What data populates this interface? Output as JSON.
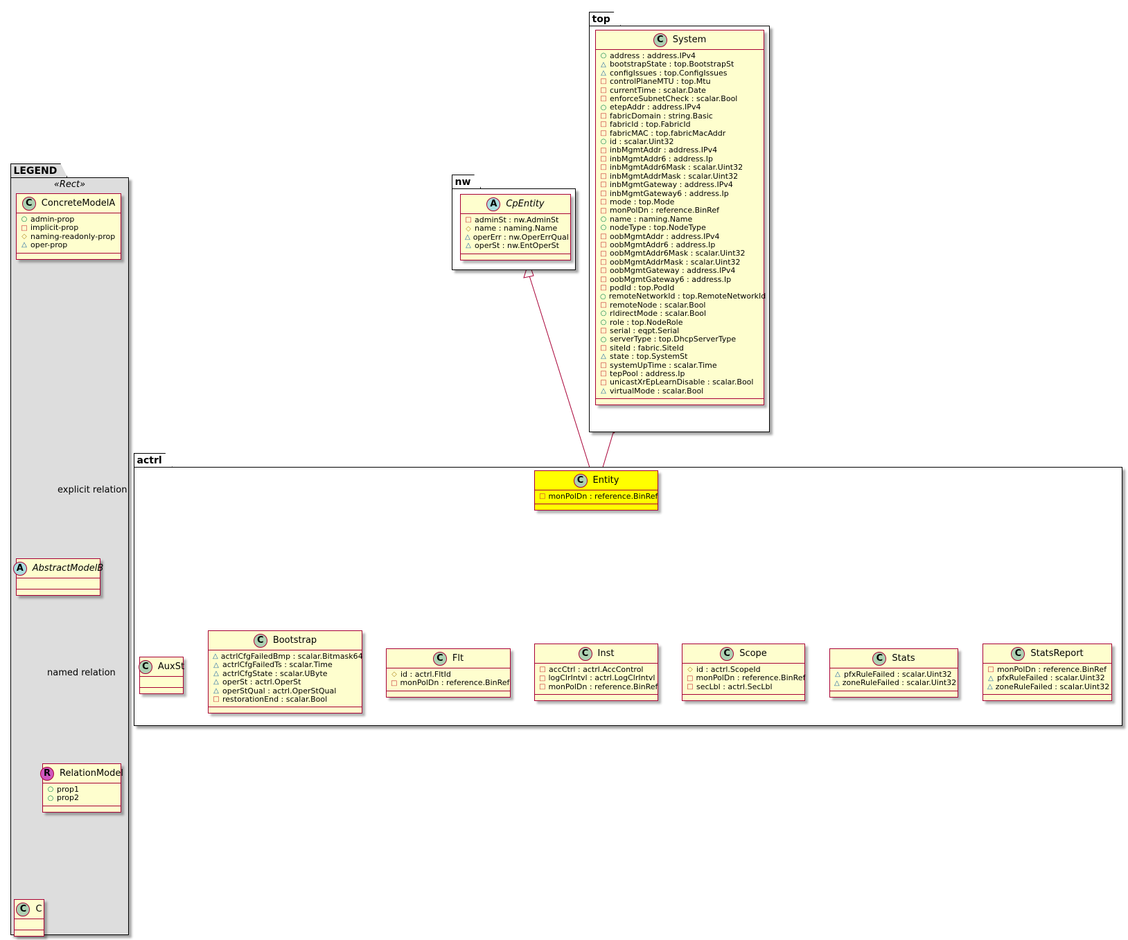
{
  "packages": {
    "top": "top",
    "nw": "nw",
    "legend": "LEGEND",
    "legend_stereotype": "«Rect»",
    "actrl": "actrl"
  },
  "colors": {
    "class_fill": "#fefece",
    "class_border": "#a80036",
    "highlight_fill": "#ffff00",
    "legend_fill": "#dddddd",
    "edge": "#a80036"
  },
  "classes": {
    "system": {
      "name": "System",
      "kind": "C",
      "attrs": [
        {
          "vis": "+",
          "text": "address : address.IPv4"
        },
        {
          "vis": "~",
          "text": "bootstrapState : top.BootstrapSt"
        },
        {
          "vis": "~",
          "text": "configIssues : top.ConfigIssues"
        },
        {
          "vis": "-",
          "text": "controlPlaneMTU : top.Mtu"
        },
        {
          "vis": "-",
          "text": "currentTime : scalar.Date"
        },
        {
          "vis": "-",
          "text": "enforceSubnetCheck : scalar.Bool"
        },
        {
          "vis": "+",
          "text": "etepAddr : address.IPv4"
        },
        {
          "vis": "-",
          "text": "fabricDomain : string.Basic"
        },
        {
          "vis": "-",
          "text": "fabricId : top.FabricId"
        },
        {
          "vis": "-",
          "text": "fabricMAC : top.fabricMacAddr"
        },
        {
          "vis": "+",
          "text": "id : scalar.Uint32"
        },
        {
          "vis": "-",
          "text": "inbMgmtAddr : address.IPv4"
        },
        {
          "vis": "-",
          "text": "inbMgmtAddr6 : address.Ip"
        },
        {
          "vis": "-",
          "text": "inbMgmtAddr6Mask : scalar.Uint32"
        },
        {
          "vis": "-",
          "text": "inbMgmtAddrMask : scalar.Uint32"
        },
        {
          "vis": "-",
          "text": "inbMgmtGateway : address.IPv4"
        },
        {
          "vis": "-",
          "text": "inbMgmtGateway6 : address.Ip"
        },
        {
          "vis": "-",
          "text": "mode : top.Mode"
        },
        {
          "vis": "-",
          "text": "monPolDn : reference.BinRef"
        },
        {
          "vis": "+",
          "text": "name : naming.Name"
        },
        {
          "vis": "+",
          "text": "nodeType : top.NodeType"
        },
        {
          "vis": "-",
          "text": "oobMgmtAddr : address.IPv4"
        },
        {
          "vis": "-",
          "text": "oobMgmtAddr6 : address.Ip"
        },
        {
          "vis": "-",
          "text": "oobMgmtAddr6Mask : scalar.Uint32"
        },
        {
          "vis": "-",
          "text": "oobMgmtAddrMask : scalar.Uint32"
        },
        {
          "vis": "-",
          "text": "oobMgmtGateway : address.IPv4"
        },
        {
          "vis": "-",
          "text": "oobMgmtGateway6 : address.Ip"
        },
        {
          "vis": "-",
          "text": "podId : top.PodId"
        },
        {
          "vis": "+",
          "text": "remoteNetworkId : top.RemoteNetworkId"
        },
        {
          "vis": "-",
          "text": "remoteNode : scalar.Bool"
        },
        {
          "vis": "+",
          "text": "rldirectMode : scalar.Bool"
        },
        {
          "vis": "+",
          "text": "role : top.NodeRole"
        },
        {
          "vis": "-",
          "text": "serial : eqpt.Serial"
        },
        {
          "vis": "+",
          "text": "serverType : top.DhcpServerType"
        },
        {
          "vis": "-",
          "text": "siteId : fabric.SiteId"
        },
        {
          "vis": "~",
          "text": "state : top.SystemSt"
        },
        {
          "vis": "-",
          "text": "systemUpTime : scalar.Time"
        },
        {
          "vis": "-",
          "text": "tepPool : address.Ip"
        },
        {
          "vis": "-",
          "text": "unicastXrEpLearnDisable : scalar.Bool"
        },
        {
          "vis": "~",
          "text": "virtualMode : scalar.Bool"
        }
      ]
    },
    "cpentity": {
      "name": "CpEntity",
      "kind": "A",
      "attrs": [
        {
          "vis": "-",
          "text": "adminSt : nw.AdminSt"
        },
        {
          "vis": "#",
          "text": "name : naming.Name"
        },
        {
          "vis": "~",
          "text": "operErr : nw.OperErrQual"
        },
        {
          "vis": "~",
          "text": "operSt : nw.EntOperSt"
        }
      ]
    },
    "concretemodela": {
      "name": "ConcreteModelA",
      "kind": "C",
      "attrs": [
        {
          "vis": "+",
          "text": "admin-prop"
        },
        {
          "vis": "-",
          "text": "implicit-prop"
        },
        {
          "vis": "#",
          "text": "naming-readonly-prop"
        },
        {
          "vis": "~",
          "text": "oper-prop"
        }
      ]
    },
    "abstractmodelb": {
      "name": "AbstractModelB",
      "kind": "A",
      "attrs": []
    },
    "relationmodel": {
      "name": "RelationModel",
      "kind": "R",
      "attrs": [
        {
          "vis": "+",
          "text": "prop1"
        },
        {
          "vis": "+",
          "text": "prop2"
        }
      ]
    },
    "c": {
      "name": "C",
      "kind": "C",
      "attrs": []
    },
    "entity": {
      "name": "Entity",
      "kind": "C",
      "attrs": [
        {
          "vis": "-",
          "text": "monPolDn : reference.BinRef"
        }
      ]
    },
    "auxst": {
      "name": "AuxSt",
      "kind": "C",
      "attrs": []
    },
    "bootstrap": {
      "name": "Bootstrap",
      "kind": "C",
      "attrs": [
        {
          "vis": "~",
          "text": "actrlCfgFailedBmp : scalar.Bitmask64"
        },
        {
          "vis": "~",
          "text": "actrlCfgFailedTs : scalar.Time"
        },
        {
          "vis": "~",
          "text": "actrlCfgState : scalar.UByte"
        },
        {
          "vis": "~",
          "text": "operSt : actrl.OperSt"
        },
        {
          "vis": "~",
          "text": "operStQual : actrl.OperStQual"
        },
        {
          "vis": "-",
          "text": "restorationEnd : scalar.Bool"
        }
      ]
    },
    "flt": {
      "name": "Flt",
      "kind": "C",
      "attrs": [
        {
          "vis": "#",
          "text": "id : actrl.FltId"
        },
        {
          "vis": "-",
          "text": "monPolDn : reference.BinRef"
        }
      ]
    },
    "inst": {
      "name": "Inst",
      "kind": "C",
      "attrs": [
        {
          "vis": "-",
          "text": "accCtrl : actrl.AccControl"
        },
        {
          "vis": "-",
          "text": "logClrIntvl : actrl.LogClrIntvl"
        },
        {
          "vis": "-",
          "text": "monPolDn : reference.BinRef"
        }
      ]
    },
    "scope": {
      "name": "Scope",
      "kind": "C",
      "attrs": [
        {
          "vis": "#",
          "text": "id : actrl.ScopeId"
        },
        {
          "vis": "-",
          "text": "monPolDn : reference.BinRef"
        },
        {
          "vis": "-",
          "text": "secLbl : actrl.SecLbl"
        }
      ]
    },
    "stats": {
      "name": "Stats",
      "kind": "C",
      "attrs": [
        {
          "vis": "~",
          "text": "pfxRuleFailed : scalar.Uint32"
        },
        {
          "vis": "~",
          "text": "zoneRuleFailed : scalar.Uint32"
        }
      ]
    },
    "statsreport": {
      "name": "StatsReport",
      "kind": "C",
      "attrs": [
        {
          "vis": "-",
          "text": "monPolDn : reference.BinRef"
        },
        {
          "vis": "~",
          "text": "pfxRuleFailed : scalar.Uint32"
        },
        {
          "vis": "~",
          "text": "zoneRuleFailed : scalar.Uint32"
        }
      ]
    }
  },
  "relations": {
    "explicit": "explicit relation",
    "named": "named relation"
  },
  "icons": {
    "C": "class-icon",
    "A": "abstract-class-icon",
    "R": "relation-class-icon"
  }
}
